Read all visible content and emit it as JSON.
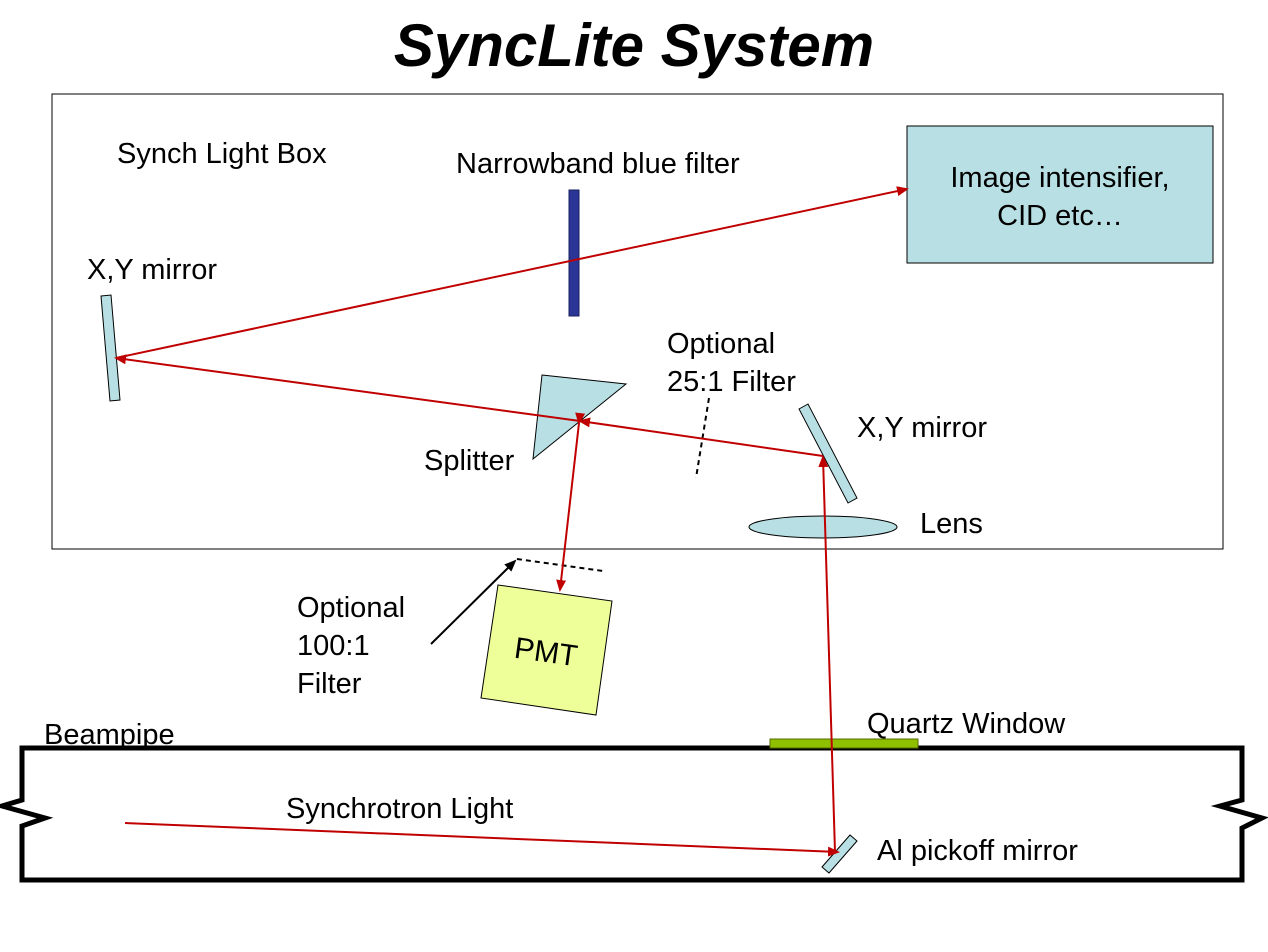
{
  "title": "SyncLite System",
  "labels": {
    "synch_light_box": "Synch Light Box",
    "narrowband_filter": "Narrowband blue filter",
    "image_intensifier_line1": "Image intensifier,",
    "image_intensifier_line2": "CID etc…",
    "xy_mirror_left": "X,Y mirror",
    "optional_25_line1": "Optional",
    "optional_25_line2": "25:1 Filter",
    "xy_mirror_right": "X,Y mirror",
    "splitter": "Splitter",
    "lens": "Lens",
    "optional_100_line1": "Optional",
    "optional_100_line2": "100:1",
    "optional_100_line3": "Filter",
    "pmt": "PMT",
    "beampipe": "Beampipe",
    "quartz_window": "Quartz Window",
    "synchrotron_light": "Synchrotron Light",
    "al_pickoff_mirror": "Al pickoff mirror"
  },
  "colors": {
    "beam": "#c00000",
    "mirror_fill": "#b8e0e4",
    "filter_blue": "#2b3595",
    "pmt_fill": "#eeff99",
    "quartz_window": "#8fc000",
    "intensifier_fill": "#b8e0e4"
  }
}
